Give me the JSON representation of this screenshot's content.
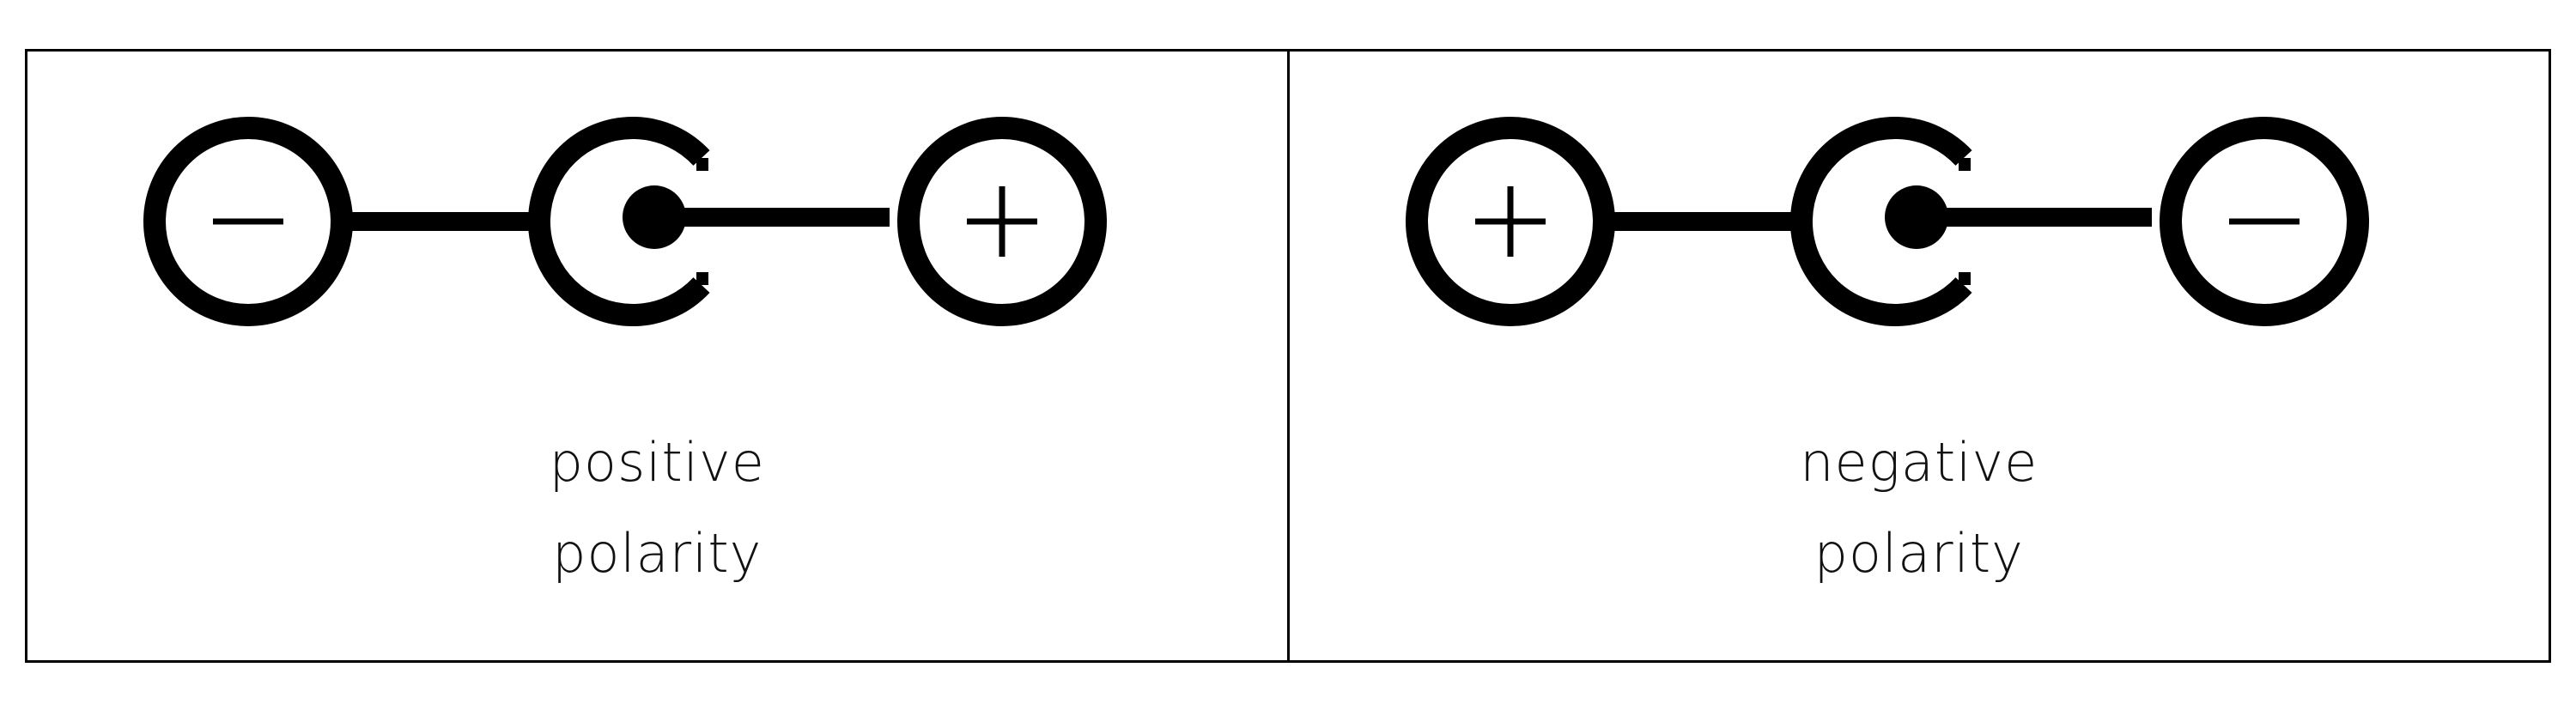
{
  "panels": [
    {
      "id": "positive",
      "caption_line1": "positive",
      "caption_line2": "polarity",
      "left_terminal": "minus",
      "right_terminal": "plus"
    },
    {
      "id": "negative",
      "caption_line1": "negative",
      "caption_line2": "polarity",
      "left_terminal": "plus",
      "right_terminal": "minus"
    }
  ],
  "colors": {
    "stroke": "#000000",
    "background": "#ffffff"
  }
}
